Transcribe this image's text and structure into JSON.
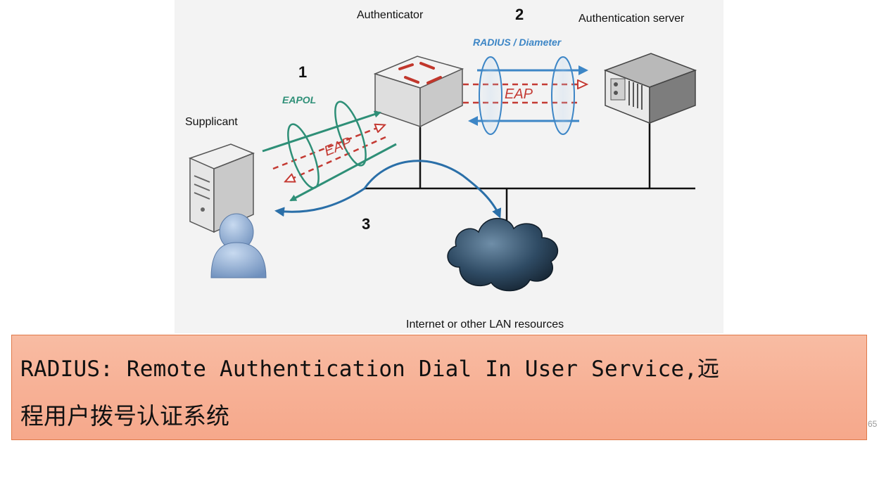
{
  "diagram": {
    "labels": {
      "authenticator": "Authenticator",
      "auth_server": "Authentication server",
      "supplicant": "Supplicant",
      "internet": "Internet or other LAN resources",
      "eapol": "EAPOL",
      "radius_diameter": "RADIUS / Diameter",
      "eap_left": "EAP",
      "eap_right": "EAP"
    },
    "steps": [
      "1",
      "2",
      "3"
    ],
    "colors": {
      "eapol_green": "#2e8f77",
      "radius_blue": "#3d86c6",
      "eap_red": "#c43a33",
      "flow3_blue": "#2a6fa8",
      "network_line": "#111111"
    }
  },
  "caption": {
    "line1": "RADIUS: Remote Authentication Dial In User Service,远",
    "line2": "程用户拨号认证系统"
  },
  "slide_number": "65"
}
